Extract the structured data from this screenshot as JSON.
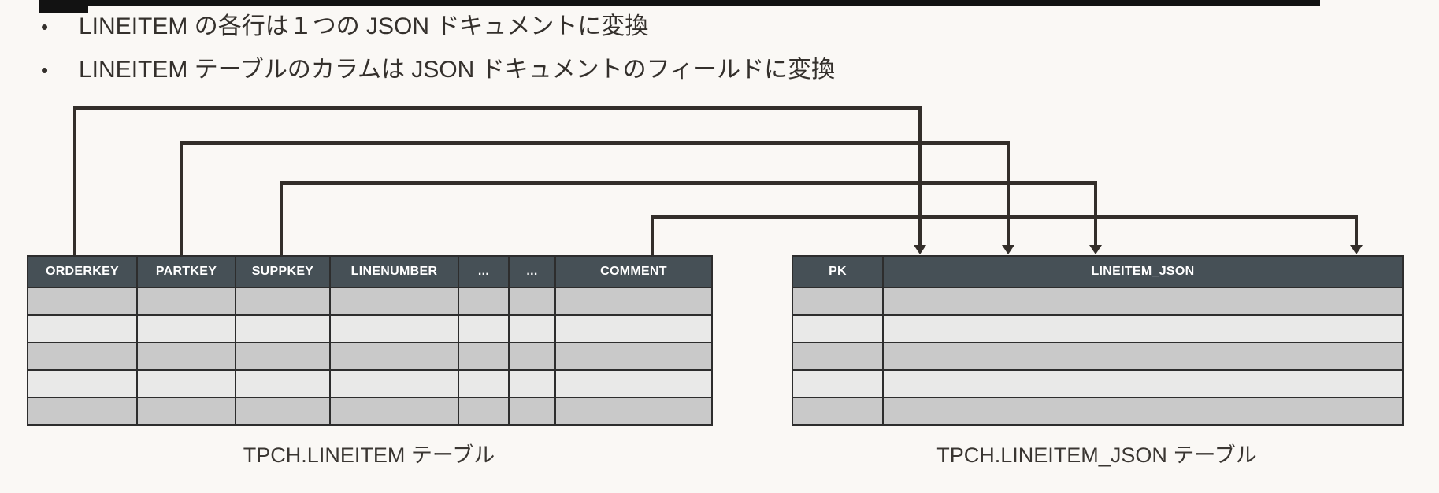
{
  "bullets": [
    "LINEITEM の各行は１つの JSON ドキュメントに変換",
    "LINEITEM テーブルのカラムは JSON ドキュメントのフィールドに変換"
  ],
  "left_table": {
    "name": "TPCH.LINEITEM",
    "columns": [
      "ORDERKEY",
      "PARTKEY",
      "SUPPKEY",
      "LINENUMBER",
      "...",
      "...",
      "COMMENT"
    ],
    "empty_row_count": 5,
    "caption": "TPCH.LINEITEM テーブル"
  },
  "right_table": {
    "name": "TPCH.LINEITEM_JSON",
    "columns": [
      "PK",
      "LINEITEM_JSON"
    ],
    "empty_row_count": 5,
    "caption": "TPCH.LINEITEM_JSON テーブル"
  },
  "mappings": [
    {
      "from_column": "ORDERKEY",
      "to_column": "LINEITEM_JSON"
    },
    {
      "from_column": "PARTKEY",
      "to_column": "LINEITEM_JSON"
    },
    {
      "from_column": "SUPPKEY",
      "to_column": "LINEITEM_JSON"
    },
    {
      "from_column": "COMMENT",
      "to_column": "LINEITEM_JSON"
    }
  ],
  "colors": {
    "background": "#faf8f5",
    "top_bar": "#121212",
    "table_header_bg": "#465056",
    "table_header_text": "#ffffff",
    "row_dark": "#c9c9c9",
    "row_light": "#e9e9e8",
    "table_border": "#2d2d2d",
    "arrow": "#332e2a",
    "text": "#34302c"
  }
}
